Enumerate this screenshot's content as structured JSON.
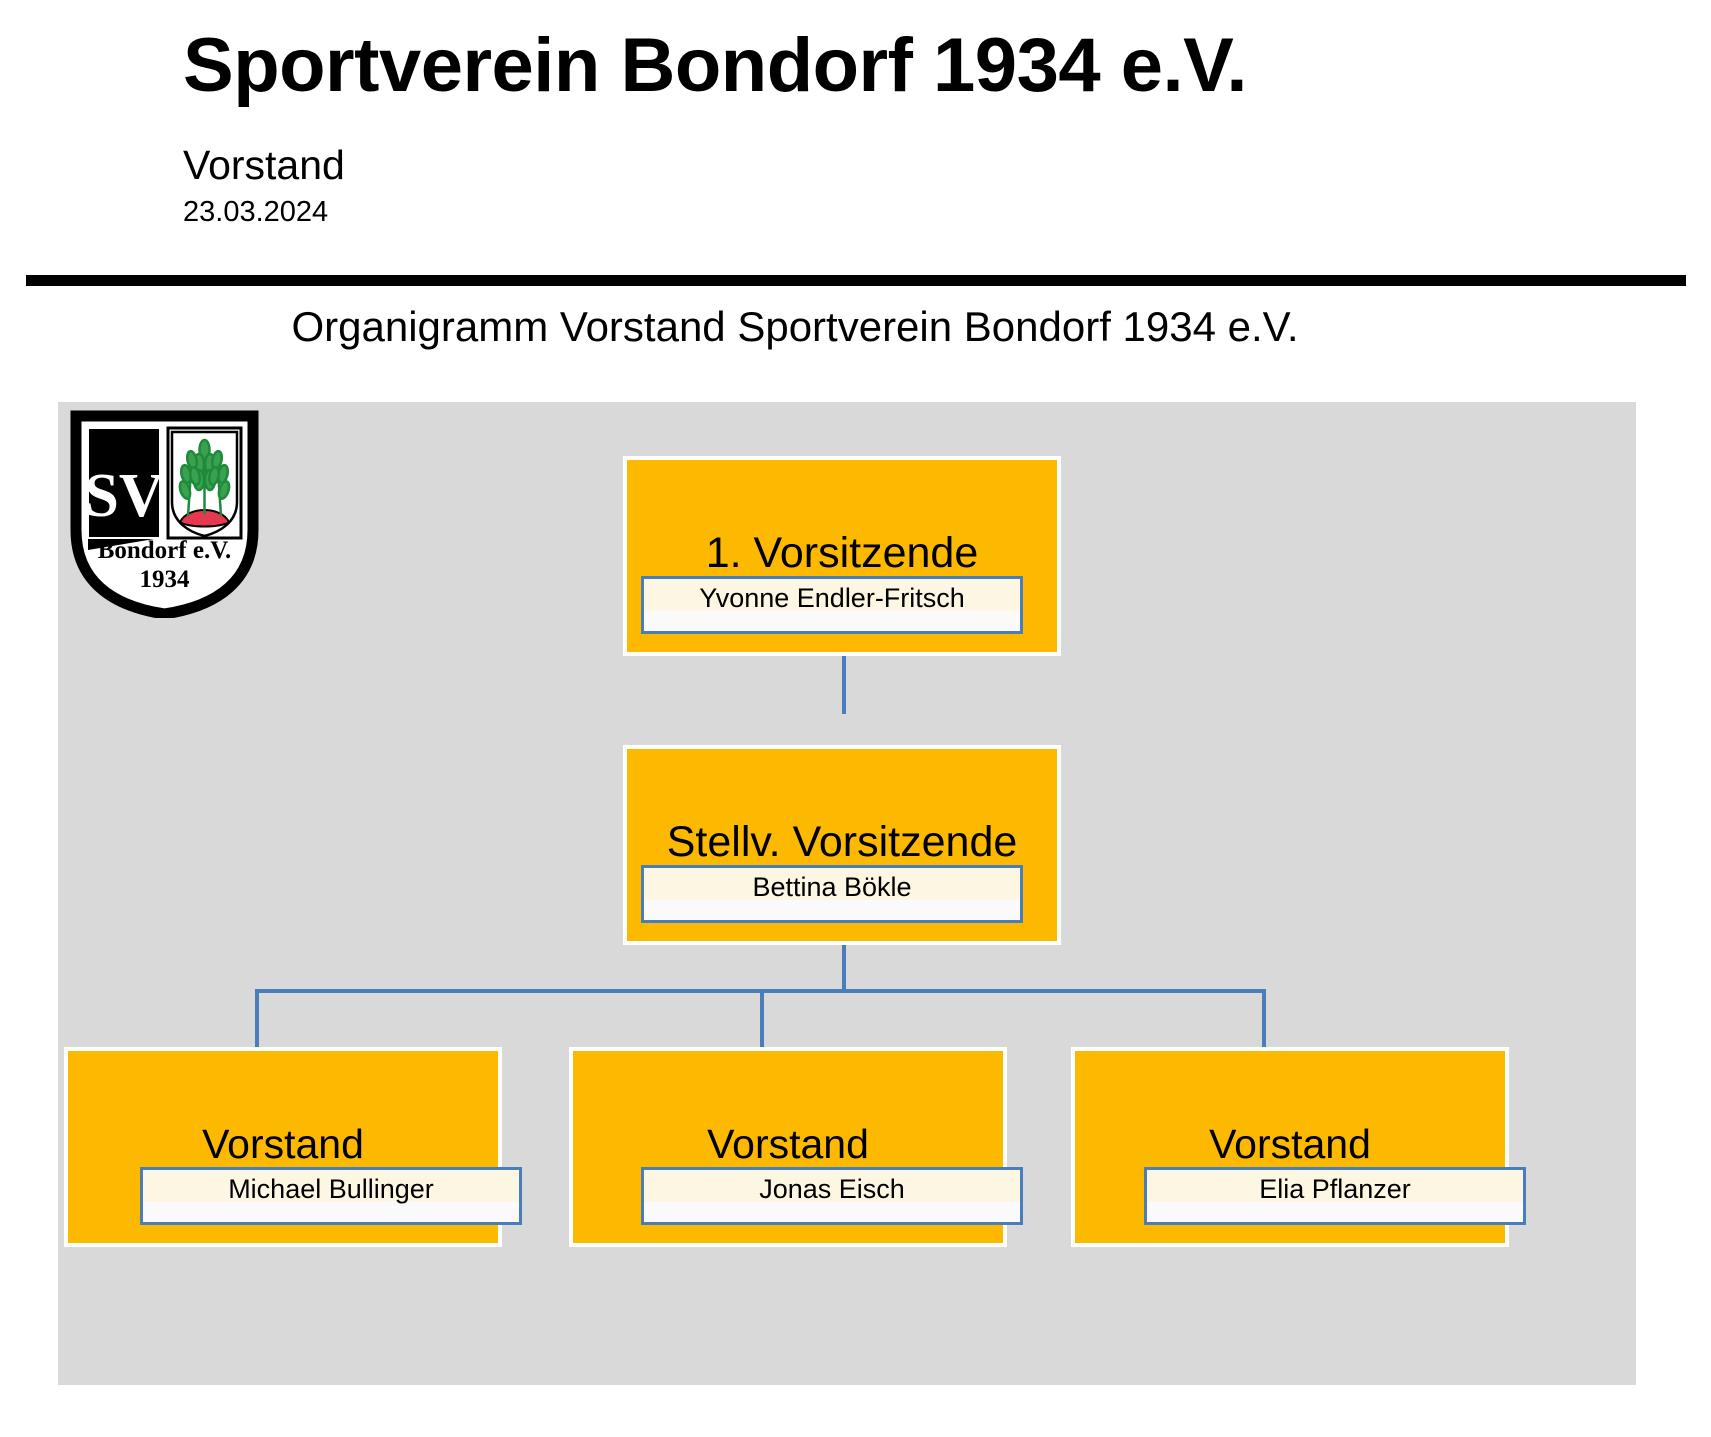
{
  "header": {
    "title": "Sportverein Bondorf 1934 e.V.",
    "subtitle": "Vorstand",
    "date": "23.03.2024"
  },
  "chart": {
    "caption": "Organigramm Vorstand Sportverein Bondorf 1934 e.V.",
    "colors": {
      "canvas_background": "#d9d9d9",
      "role_box_fill": "#fcb900",
      "role_box_border": "#ffffff",
      "name_box_border": "#4a7ebb",
      "name_box_fill": "#fdf6e3",
      "connector": "#4a7ebb",
      "rule": "#000000"
    },
    "logo": {
      "icon": "club-crest-icon",
      "initials": "SV",
      "club_line": "Bondorf e.V.",
      "year": "1934"
    },
    "nodes": [
      {
        "role": "1. Vorsitzende",
        "name": "Yvonne Endler-Fritsch",
        "level": 1
      },
      {
        "role": "Stellv. Vorsitzende",
        "name": "Bettina Bökle",
        "level": 2
      },
      {
        "role": "Vorstand",
        "name": "Michael Bullinger",
        "level": 3
      },
      {
        "role": "Vorstand",
        "name": "Jonas Eisch",
        "level": 3
      },
      {
        "role": "Vorstand",
        "name": "Elia Pflanzer",
        "level": 3
      }
    ]
  }
}
